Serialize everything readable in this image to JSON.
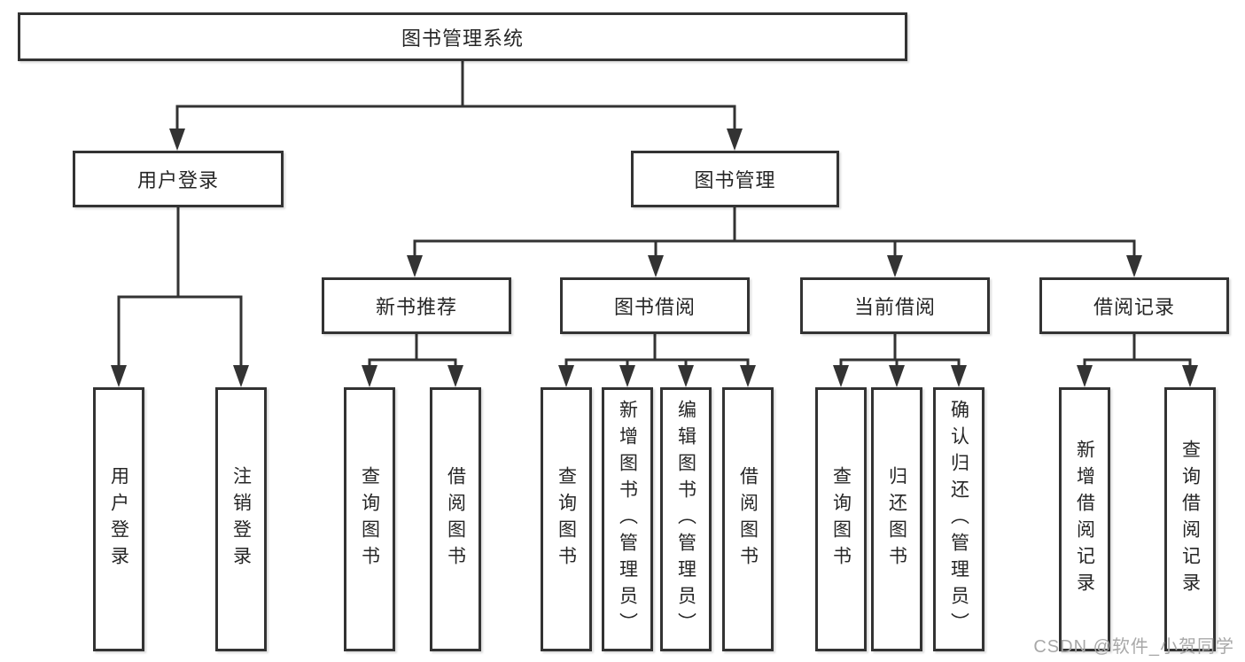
{
  "tree": {
    "label": "图书管理系统",
    "children": [
      {
        "label": "用户登录",
        "children": [
          {
            "label": "用户登录"
          },
          {
            "label": "注销登录"
          }
        ]
      },
      {
        "label": "图书管理",
        "children": [
          {
            "label": "新书推荐",
            "children": [
              {
                "label": "查询图书"
              },
              {
                "label": "借阅图书"
              }
            ]
          },
          {
            "label": "图书借阅",
            "children": [
              {
                "label": "查询图书"
              },
              {
                "label": "新增图书（管理员）"
              },
              {
                "label": "编辑图书（管理员）"
              },
              {
                "label": "借阅图书"
              }
            ]
          },
          {
            "label": "当前借阅",
            "children": [
              {
                "label": "查询图书"
              },
              {
                "label": "归还图书"
              },
              {
                "label": "确认归还（管理员）"
              }
            ]
          },
          {
            "label": "借阅记录",
            "children": [
              {
                "label": "新增借阅记录"
              },
              {
                "label": "查询借阅记录"
              }
            ]
          }
        ]
      }
    ]
  },
  "watermark": {
    "text": "CSDN @软件_小贺同学"
  },
  "colors": {
    "line_color": "#333333",
    "box_fill": "#ffffff",
    "text_color": "#262626",
    "watermark_color": "#a8a8a8",
    "bg_color": "#ffffff"
  }
}
